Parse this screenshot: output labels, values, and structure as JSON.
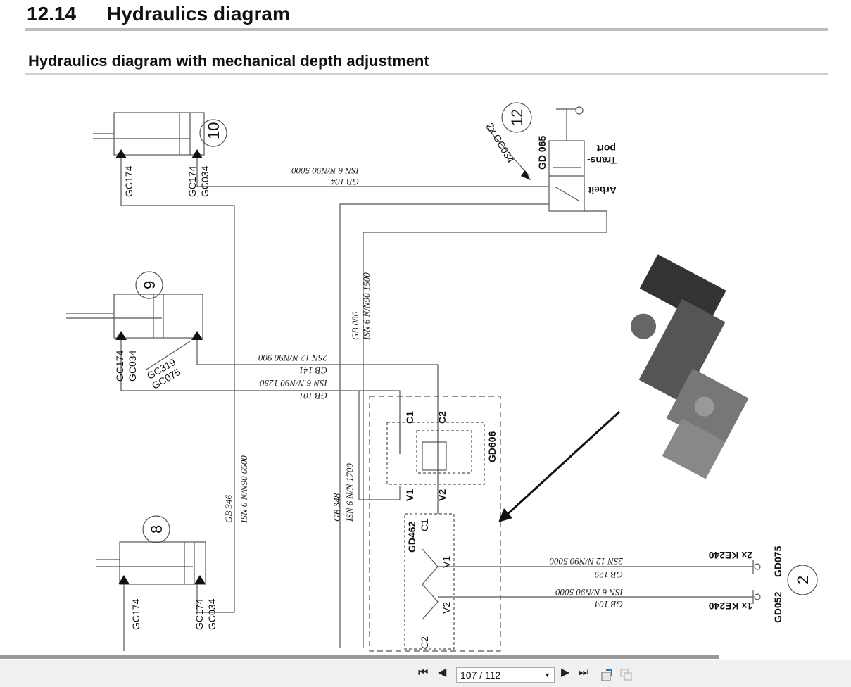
{
  "header": {
    "section_number": "12.14",
    "section_title": "Hydraulics diagram",
    "subtitle": "Hydraulics diagram with mechanical depth adjustment"
  },
  "diagram": {
    "cylinders": {
      "c10": "10",
      "c9": "9",
      "c8": "8",
      "c12": "12",
      "c2": "2"
    },
    "labels": {
      "gc174": "GC174",
      "gc034": "GC034",
      "gc319": "GC319",
      "gc075": "GC075",
      "gc034x2": "2x GC034",
      "gd065": "GD 065",
      "trans": "Trans-",
      "port": "port",
      "arbeit": "Arbeit",
      "c1": "C1",
      "c2": "C2",
      "v1": "V1",
      "v2": "V2",
      "gd606": "GD606",
      "gd462": "GD462",
      "ke240_2x": "2x KE240",
      "ke240_1x": "1x KE240",
      "gd075": "GD075",
      "gd052": "GD052"
    },
    "hoses": {
      "gb104": "GB 104",
      "isn5000": "ISN 6 N/N90 5000",
      "gb086": "GB 086",
      "isn1500": "ISN 6 N/N90 1500",
      "gb141": "GB 141",
      "isn900": "2SN 12 N/N90 900",
      "gb101": "GB 101",
      "isn1250": "ISN 6 N/N90 1250",
      "gb346": "GB 346",
      "isn6500": "ISN 6 N/N90 6500",
      "gb348": "GB 348",
      "isn1700": "ISN 6 N/N 1700",
      "gb129": "GB 129",
      "isn12_5000": "2SN 12 N/N90 5000",
      "gb104b": "GB 104",
      "isn6_5000": "ISN 6 N/N90 5000"
    }
  },
  "toolbar": {
    "page_value": "107 / 112",
    "first_icon": "first-page-icon",
    "prev_icon": "prev-page-icon",
    "next_icon": "next-page-icon",
    "last_icon": "last-page-icon"
  }
}
